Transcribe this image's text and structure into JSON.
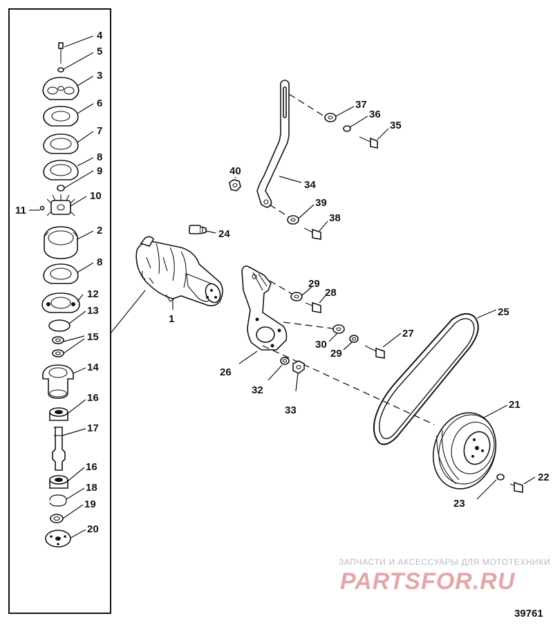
{
  "callouts": {
    "c4": "4",
    "c5": "5",
    "c3": "3",
    "c6": "6",
    "c7": "7",
    "c8a": "8",
    "c9": "9",
    "c10": "10",
    "c11": "11",
    "c2": "2",
    "c8b": "8",
    "c12": "12",
    "c13": "13",
    "c15": "15",
    "c14": "14",
    "c16a": "16",
    "c17": "17",
    "c16b": "16",
    "c18": "18",
    "c19": "19",
    "c20": "20",
    "c1": "1",
    "c24": "24",
    "c40": "40",
    "c34": "34",
    "c37": "37",
    "c36": "36",
    "c35": "35",
    "c39": "39",
    "c38": "38",
    "c29a": "29",
    "c28": "28",
    "c26": "26",
    "c30": "30",
    "c29b": "29",
    "c27": "27",
    "c32": "32",
    "c33": "33",
    "c25": "25",
    "c21": "21",
    "c22": "22",
    "c23": "23"
  },
  "watermark": {
    "line": "ЗАПЧАСТИ И АКСЕССУАРЫ ДЛЯ МОТОТЕХНИКИ",
    "logo": "PARTSFOR.RU"
  },
  "diagram_number": "39761",
  "colors": {
    "ink": "#111111",
    "watermark_logo": "#e9a5a5",
    "watermark_text": "#b9b9b9"
  }
}
